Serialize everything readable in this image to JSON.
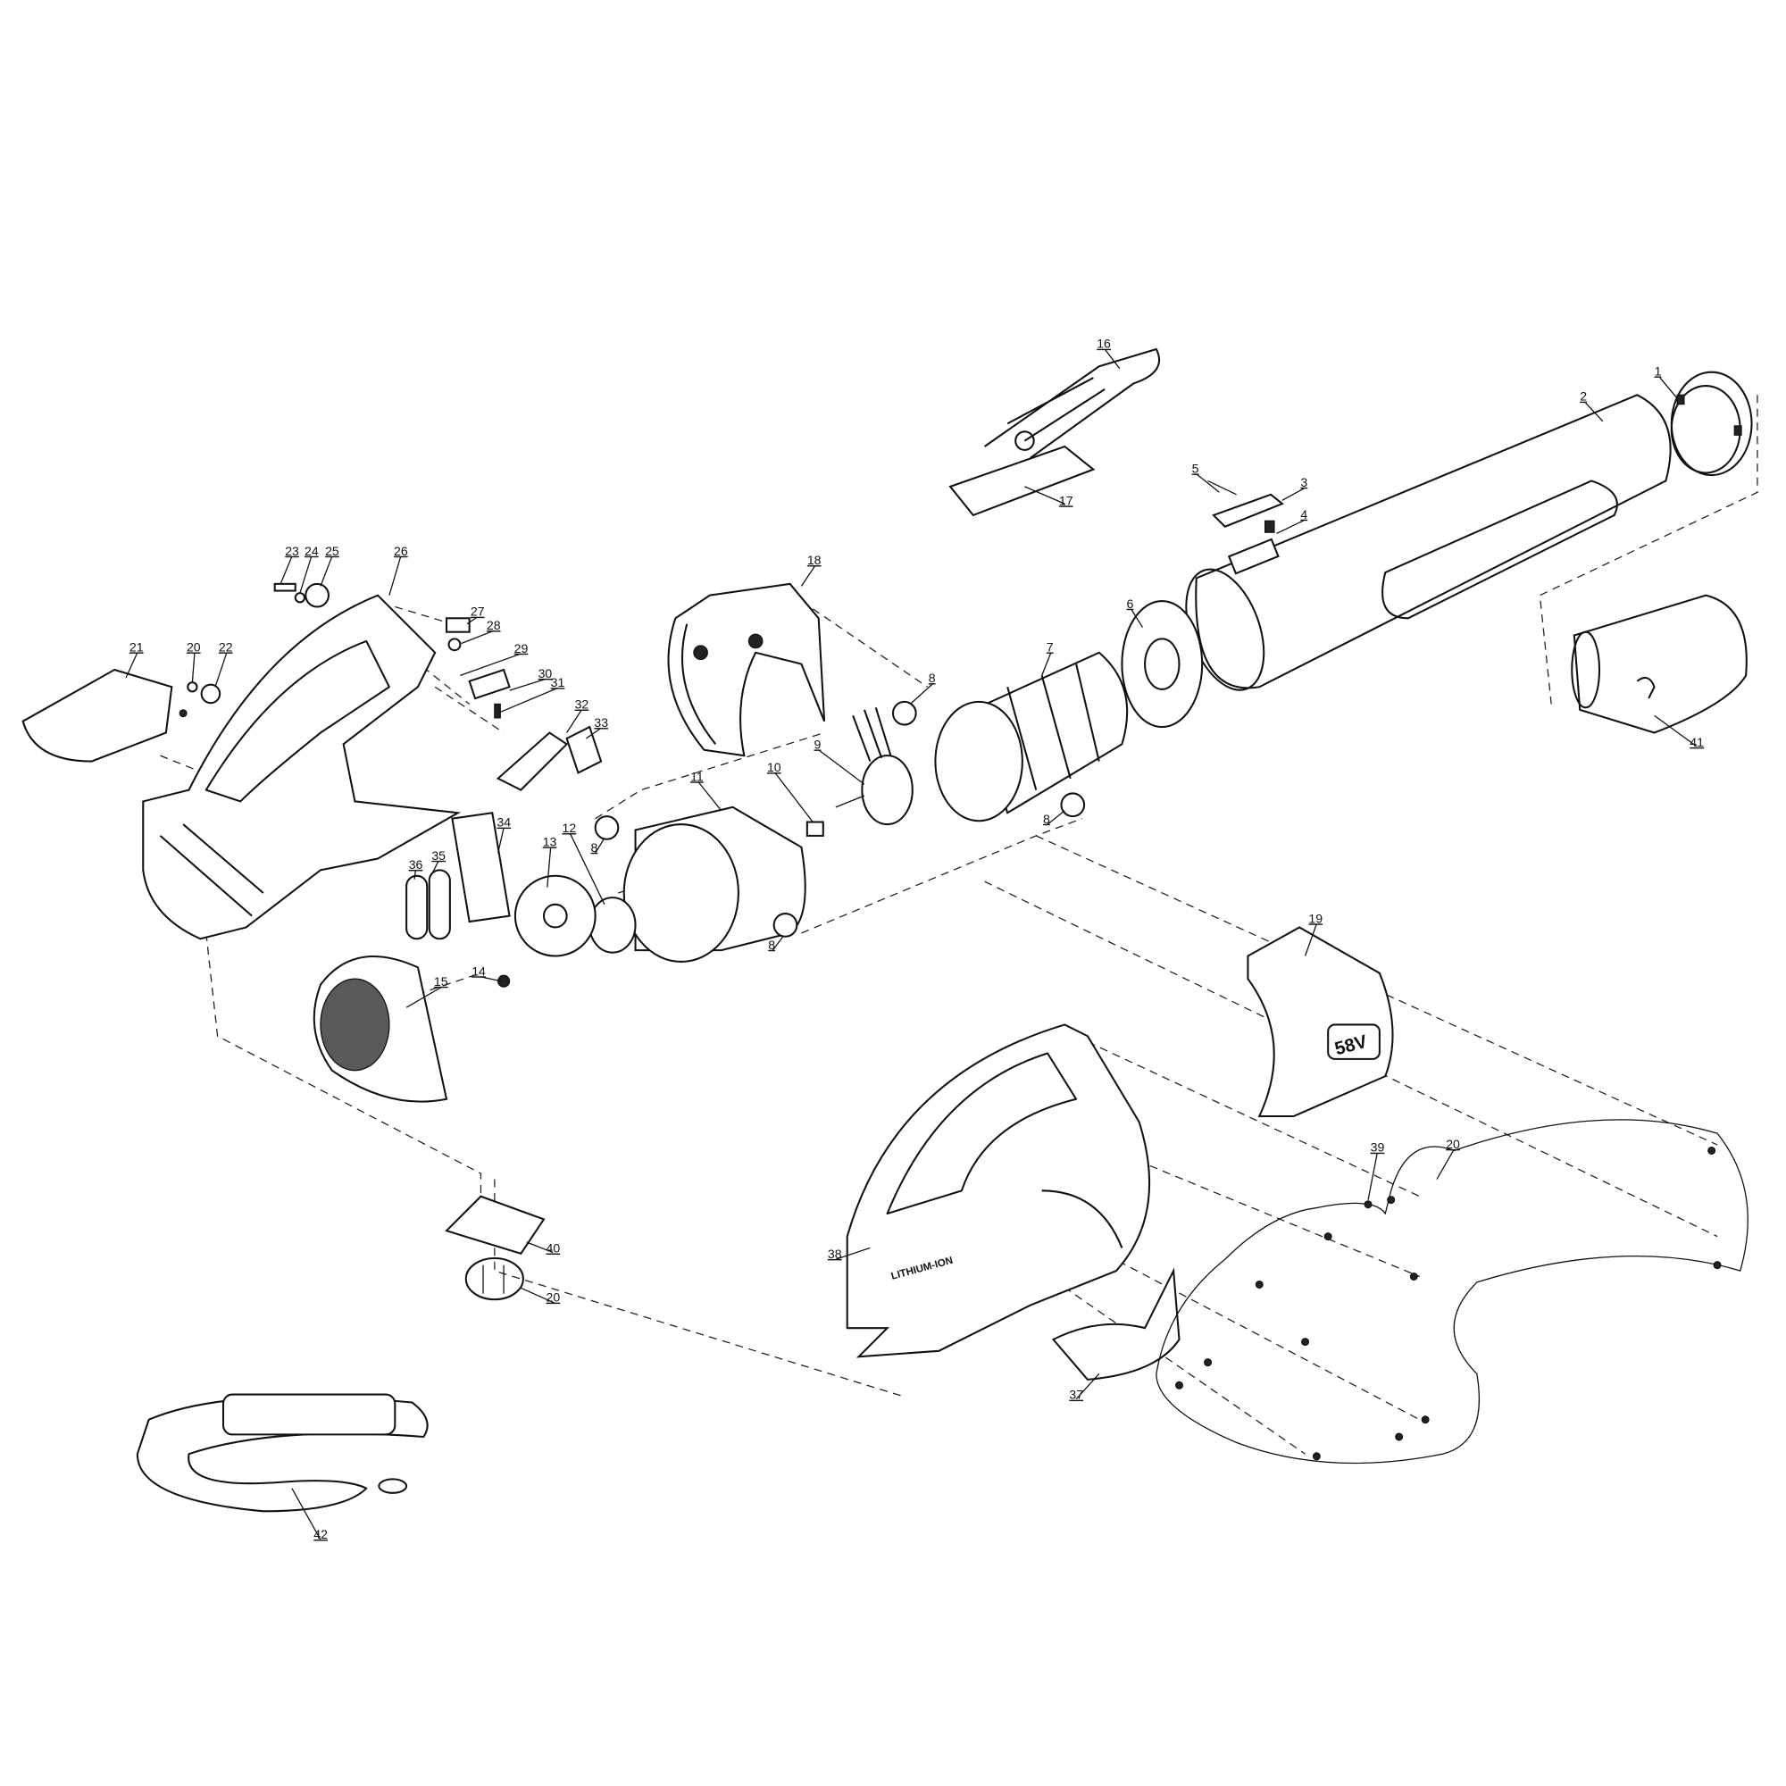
{
  "diagram": {
    "type": "exploded-parts-view",
    "callouts": [
      "1",
      "2",
      "3",
      "4",
      "5",
      "6",
      "7",
      "8",
      "9",
      "10",
      "11",
      "12",
      "13",
      "14",
      "15",
      "16",
      "17",
      "18",
      "19",
      "20",
      "21",
      "22",
      "23",
      "24",
      "25",
      "26",
      "27",
      "28",
      "29",
      "30",
      "31",
      "32",
      "33",
      "34",
      "35",
      "36",
      "37",
      "38",
      "39",
      "40",
      "41",
      "42"
    ],
    "repeat_callouts": {
      "eight": "8",
      "twenty": "20"
    },
    "printed_marks": {
      "voltage": "58V",
      "battery": "LITHIUM-ION"
    }
  }
}
